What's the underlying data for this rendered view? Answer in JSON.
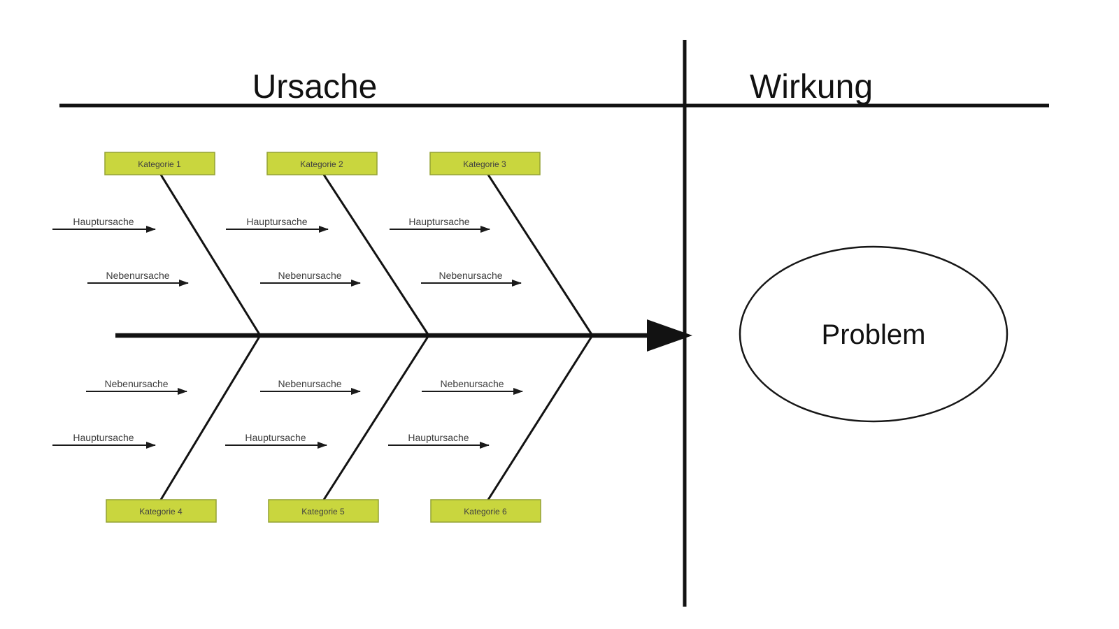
{
  "diagram": {
    "type": "fishbone-ishikawa",
    "sections": {
      "cause_title": "Ursache",
      "effect_title": "Wirkung"
    },
    "effect": {
      "label": "Problem"
    },
    "categories": [
      "Kategorie 1",
      "Kategorie 2",
      "Kategorie 3",
      "Kategorie 4",
      "Kategorie 5",
      "Kategorie 6"
    ],
    "cause_labels": {
      "main": "Hauptursache",
      "secondary": "Nebenursache"
    },
    "colors": {
      "category_fill": "#c9d63e",
      "category_border": "#94a233",
      "line": "#121212",
      "label_text": "#3c3c3c",
      "background": "#ffffff"
    }
  }
}
